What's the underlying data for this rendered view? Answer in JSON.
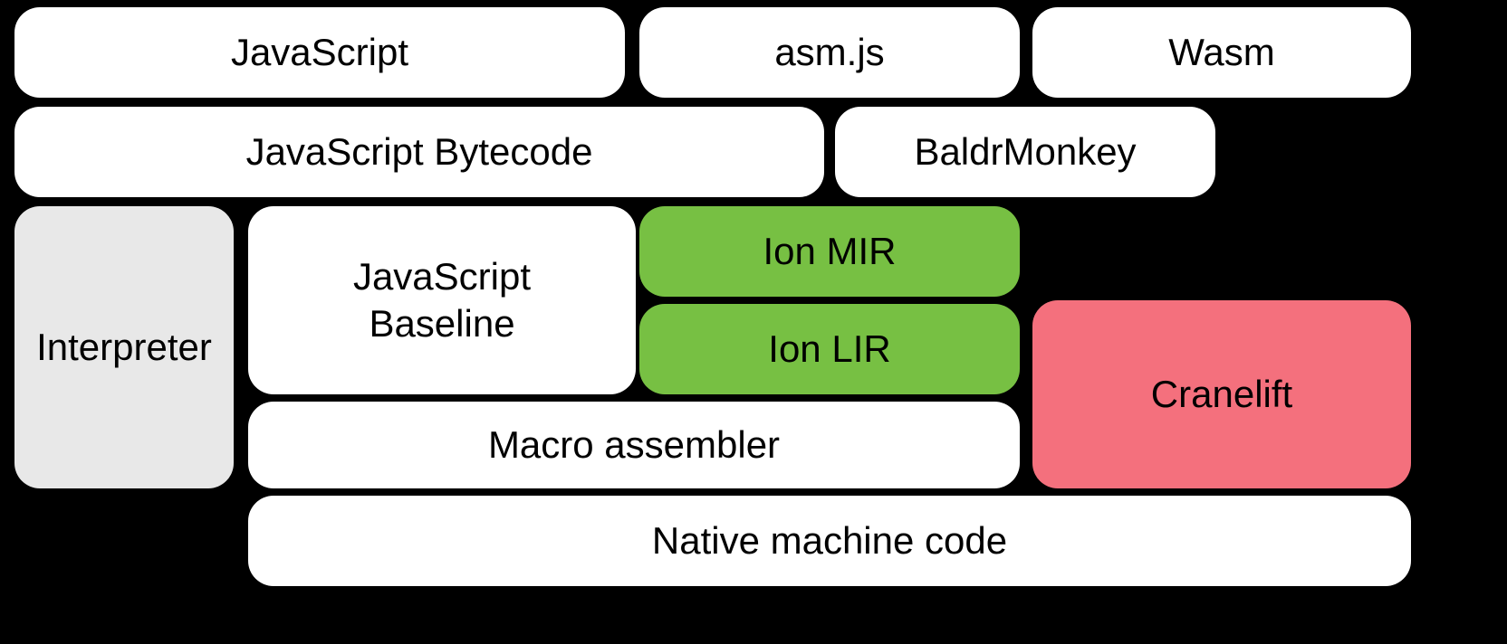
{
  "colors": {
    "bg": "#000000",
    "white": "#ffffff",
    "gray": "#e8e8e8",
    "green": "#77c043",
    "pink": "#f4707d",
    "text": "#000000"
  },
  "nodes": {
    "javascript": {
      "label": "JavaScript"
    },
    "asmjs": {
      "label": "asm.js"
    },
    "wasm": {
      "label": "Wasm"
    },
    "bytecode": {
      "label": "JavaScript Bytecode"
    },
    "baldrmonkey": {
      "label": "BaldrMonkey"
    },
    "interpreter": {
      "label": "Interpreter"
    },
    "baseline": {
      "label": "JavaScript Baseline"
    },
    "ion_mir": {
      "label": "Ion MIR"
    },
    "ion_lir": {
      "label": "Ion LIR"
    },
    "cranelift": {
      "label": "Cranelift"
    },
    "macro_assembler": {
      "label": "Macro assembler"
    },
    "native": {
      "label": "Native machine code"
    }
  }
}
